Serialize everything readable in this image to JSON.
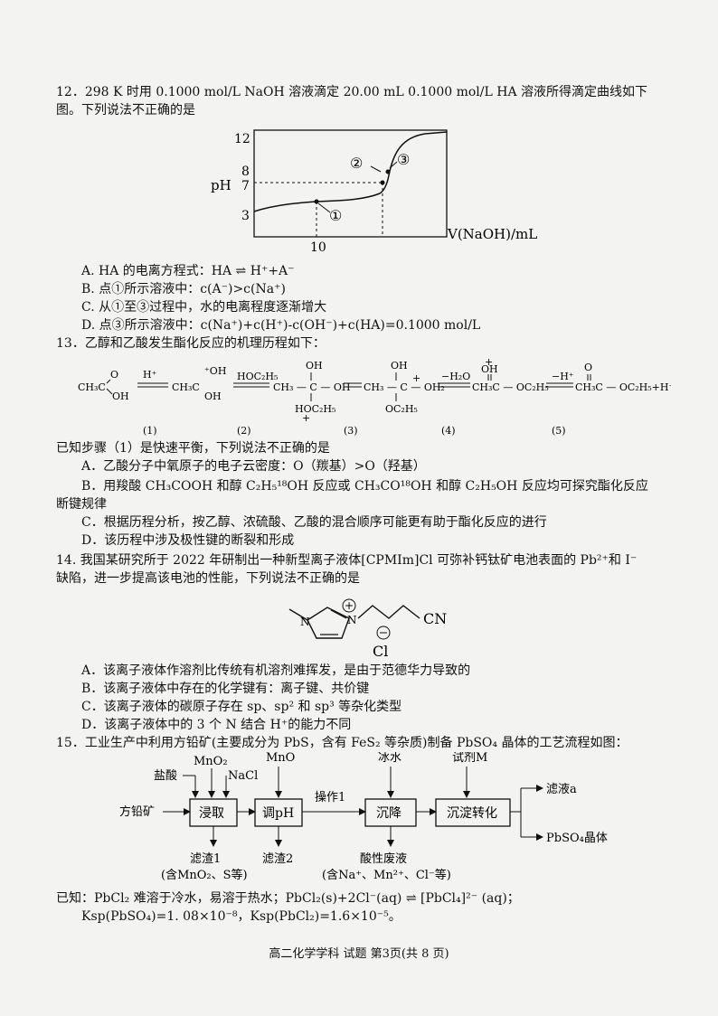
{
  "q12": {
    "stem1": "12．298 K 时用 0.1000 mol/L NaOH 溶液滴定 20.00 mL 0.1000 mol/L HA 溶液所得滴定曲线如下",
    "stem2": "图。下列说法不正确的是",
    "chart": {
      "y_ticks": [
        "12",
        "8",
        "7",
        "3"
      ],
      "y_label": "pH",
      "x_tick": "10",
      "x_label": "V(NaOH)/mL",
      "points": [
        "①",
        "②",
        "③"
      ]
    },
    "options": [
      "A. HA 的电离方程式：HA ⇌ H⁺+A⁻",
      "B. 点①所示溶液中：c(A⁻)>c(Na⁺)",
      "C. 从①至③过程中，水的电离程度逐渐增大",
      "D. 点③所示溶液中：c(Na⁺)+c(H⁺)-c(OH⁻)+c(HA)=0.1000 mol/L"
    ]
  },
  "q13": {
    "stem": "13．乙醇和乙酸发生酯化反应的机理历程如下：",
    "steps": [
      "(1)",
      "(2)",
      "(3)",
      "(4)",
      "(5)"
    ],
    "given": "已知步骤（1）是快速平衡，下列说法不正确的是",
    "options": [
      "A．乙酸分子中氧原子的电子云密度：O（羰基）>O（羟基）",
      "B．用羧酸 CH₃COOH 和醇 C₂H₅¹⁸OH 反应或 CH₃CO¹⁸OH 和醇 C₂H₅OH 反应均可探究酯化反应",
      "断键规律",
      "C．根据历程分析，按乙醇、浓硫酸、乙酸的混合顺序可能更有助于酯化反应的进行",
      "D．该历程中涉及极性键的断裂和形成"
    ]
  },
  "q14": {
    "stem1": "14. 我国某研究所于 2022 年研制出一种新型离子液体[CPMIm]Cl 可弥补钙钛矿电池表面的 Pb²⁺和 I⁻",
    "stem2": "缺陷，进一步提高该电池的性能，下列说法不正确的是",
    "struct": {
      "cn": "CN",
      "cl": "Cl",
      "n": "N"
    },
    "options": [
      "A．该离子液体作溶剂比传统有机溶剂难挥发，是由于范德华力导致的",
      "B．该离子液体中存在的化学键有：离子键、共价键",
      "C．该离子液体的碳原子存在 sp、sp² 和 sp³ 等杂化类型",
      "D．该离子液体中的 3 个 N 结合 H⁺的能力不同"
    ]
  },
  "q15": {
    "stem": "15．工业生产中利用方铅矿(主要成分为 PbS，含有 FeS₂ 等杂质)制备 PbSO₄ 晶体的工艺流程如图：",
    "flow": {
      "inputs": [
        "盐酸",
        "MnO₂",
        "NaCl",
        "MnO",
        "冰水",
        "试剂M"
      ],
      "source": "方铅矿",
      "boxes": [
        "浸取",
        "调pH",
        "沉降",
        "沉淀转化"
      ],
      "op": "操作1",
      "outputs": [
        "滤液a",
        "PbSO₄晶体"
      ],
      "residues": [
        "滤渣1",
        "(含MnO₂、S等)",
        "滤渣2",
        "酸性废液",
        "(含Na⁺、Mn²⁺、Cl⁻等)"
      ]
    },
    "known1": "已知：PbCl₂ 难溶于冷水，易溶于热水；PbCl₂(s)+2Cl⁻(aq) ⇌ [PbCl₄]²⁻ (aq)；",
    "known2": "Ksp(PbSO₄)=1. 08×10⁻⁸，Ksp(PbCl₂)=1.6×10⁻⁵。"
  },
  "footer": "高二化学学科 试题 第3页(共 8 页)"
}
